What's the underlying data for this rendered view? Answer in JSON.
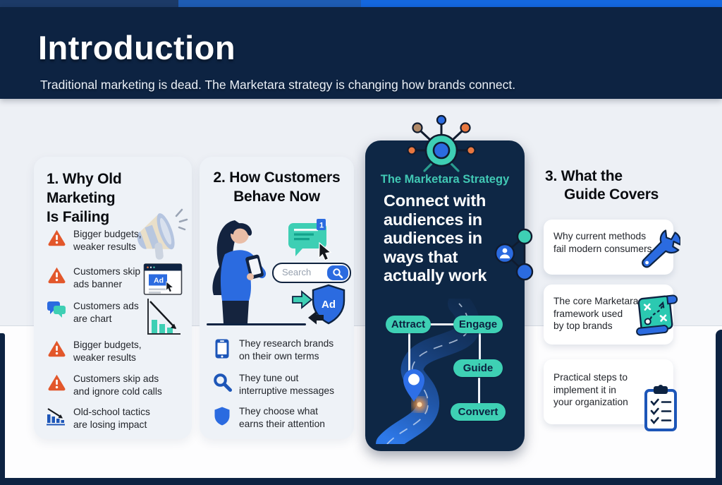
{
  "header": {
    "title": "Introduction",
    "subtitle": "Traditional marketing is dead. The Marketara strategy is changing how brands connect."
  },
  "panel_failing": {
    "heading": "1. Why Old\nMarketing\nIs Failing",
    "ad_label": "Ad",
    "items": [
      {
        "icon": "warning-icon",
        "text": "Bigger budgets,\nweaker results"
      },
      {
        "icon": "warning-icon",
        "text": "Customers skip\nads banner"
      },
      {
        "icon": "chat-icon",
        "text": "Customers ads\nare chart"
      },
      {
        "icon": "warning-icon",
        "text": "Bigger budgets,\nweaker results"
      },
      {
        "icon": "warning-icon",
        "text": "Customers skip ads\nand ignore cold calls"
      },
      {
        "icon": "declining-chart-icon",
        "text": "Old-school tactics\nare losing impact"
      }
    ]
  },
  "panel_behave": {
    "heading": "2. How Customers\nBehave Now",
    "search_placeholder": "Search",
    "chat_badge": "1",
    "shield_ad_label": "Ad",
    "items": [
      {
        "icon": "phone-icon",
        "text": "They research brands\non their own terms"
      },
      {
        "icon": "magnifier-icon",
        "text": "They tune out\ninterruptive messages"
      },
      {
        "icon": "shield-icon",
        "text": "They choose what\nearns their attention"
      }
    ]
  },
  "panel_strategy": {
    "title": "The Marketara Strategy",
    "headline": "Connect with\naudiences in\naudiences in\nways that\nactually work",
    "pills": [
      "Attract",
      "Engage",
      "Guide",
      "Convert"
    ]
  },
  "panel_guide": {
    "heading_line1": "3. What the",
    "heading_line2": "Guide Covers",
    "cards": [
      {
        "icon": "wrench-icon",
        "text": "Why current methods\nfail modern consumers"
      },
      {
        "icon": "strategy-map-icon",
        "text": "The core Marketara\nframework used\nby top brands"
      },
      {
        "icon": "checklist-icon",
        "text": "Practical steps to\nimplement it in\nyour organization"
      }
    ]
  },
  "colors": {
    "navy": "#0d2342",
    "panel_navy": "#0e2745",
    "teal": "#3ecfb4",
    "blue": "#2b6be0",
    "orange_warning": "#e2572b",
    "strip_blues": [
      "#1c3a67",
      "#1e5cb3",
      "#1467de"
    ]
  }
}
